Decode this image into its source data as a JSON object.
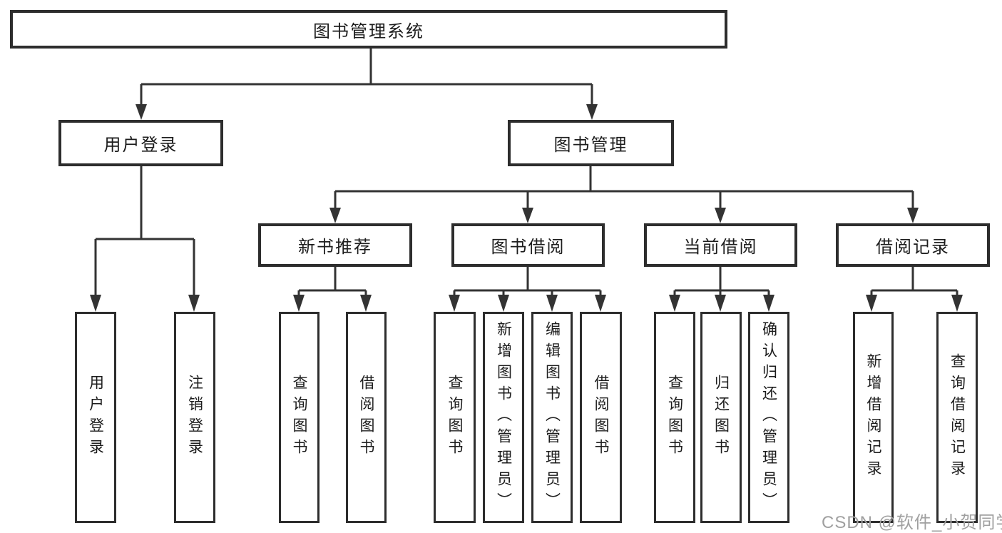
{
  "diagram": {
    "root": {
      "label": "图书管理系统"
    },
    "branches": {
      "user_login": {
        "label": "用户登录",
        "children": [
          "用户登录",
          "注销登录"
        ]
      },
      "book_management": {
        "label": "图书管理",
        "sections": [
          {
            "label": "新书推荐",
            "children": [
              "查询图书",
              "借阅图书"
            ]
          },
          {
            "label": "图书借阅",
            "children": [
              "查询图书",
              "新增图书（管理员）",
              "编辑图书（管理员）",
              "借阅图书"
            ]
          },
          {
            "label": "当前借阅",
            "children": [
              "查询图书",
              "归还图书",
              "确认归还（管理员）"
            ]
          },
          {
            "label": "借阅记录",
            "children": [
              "新增借阅记录",
              "查询借阅记录"
            ]
          }
        ]
      }
    }
  },
  "watermark": {
    "text": "CSDN @软件_小贺同学"
  },
  "colors": {
    "line": "#333333",
    "box_border": "#2d2d2d",
    "text": "#1c1c1c",
    "background": "#ffffff",
    "watermark": "#a0a0a0"
  }
}
